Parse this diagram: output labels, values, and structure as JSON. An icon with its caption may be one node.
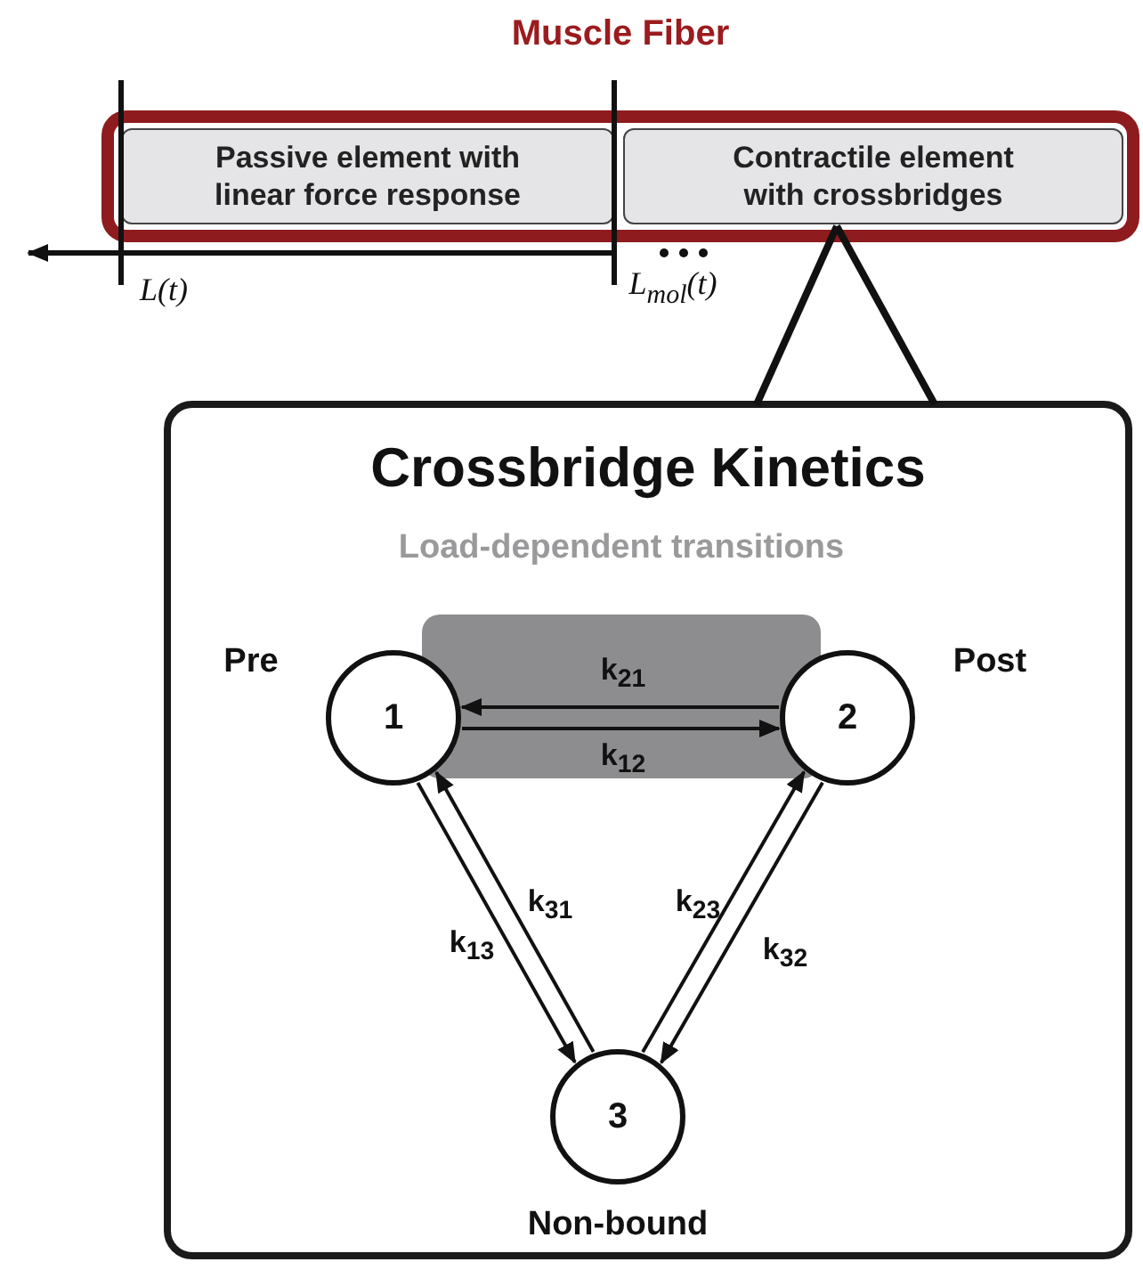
{
  "diagram": {
    "nodes": [
      {
        "text": [
          "Muscle Fiber"
        ]
      },
      {
        "text": [
          "Passive element with linear force response"
        ],
        "in": 0
      },
      {
        "text": [
          "Contractile element with crossbridges"
        ],
        "in": 0
      },
      {
        "text": [
          "Crossbridge Kinetics"
        ]
      },
      {
        "text": [
          "1"
        ],
        "in": 3,
        "beside": [
          "Pre"
        ]
      },
      {
        "text": [
          "2"
        ],
        "in": 3,
        "beside": [
          "Post"
        ]
      },
      {
        "text": [
          "3"
        ],
        "in": 3,
        "beside": [
          "Non-bound"
        ]
      }
    ],
    "edges": [
      {
        "from": 2,
        "to": 3,
        "arrow": "none",
        "style": "thick"
      },
      {
        "from": 5,
        "to": 4,
        "arrow": "to",
        "label": "k$_{21}$"
      },
      {
        "from": 4,
        "to": 5,
        "arrow": "to",
        "label": "k$_{12}$"
      },
      {
        "from": 6,
        "to": 4,
        "arrow": "to",
        "label": "k$_{31}$"
      },
      {
        "from": 4,
        "to": 6,
        "arrow": "to",
        "label": "k$_{13}$"
      },
      {
        "from": 6,
        "to": 5,
        "arrow": "to",
        "label": "k$_{23}$"
      },
      {
        "from": 5,
        "to": 6,
        "arrow": "to",
        "label": "k$_{32}$"
      }
    ],
    "labels": [
      "L(t)",
      "L$_{mol}$(t)",
      "Load-dependent transitions"
    ]
  }
}
